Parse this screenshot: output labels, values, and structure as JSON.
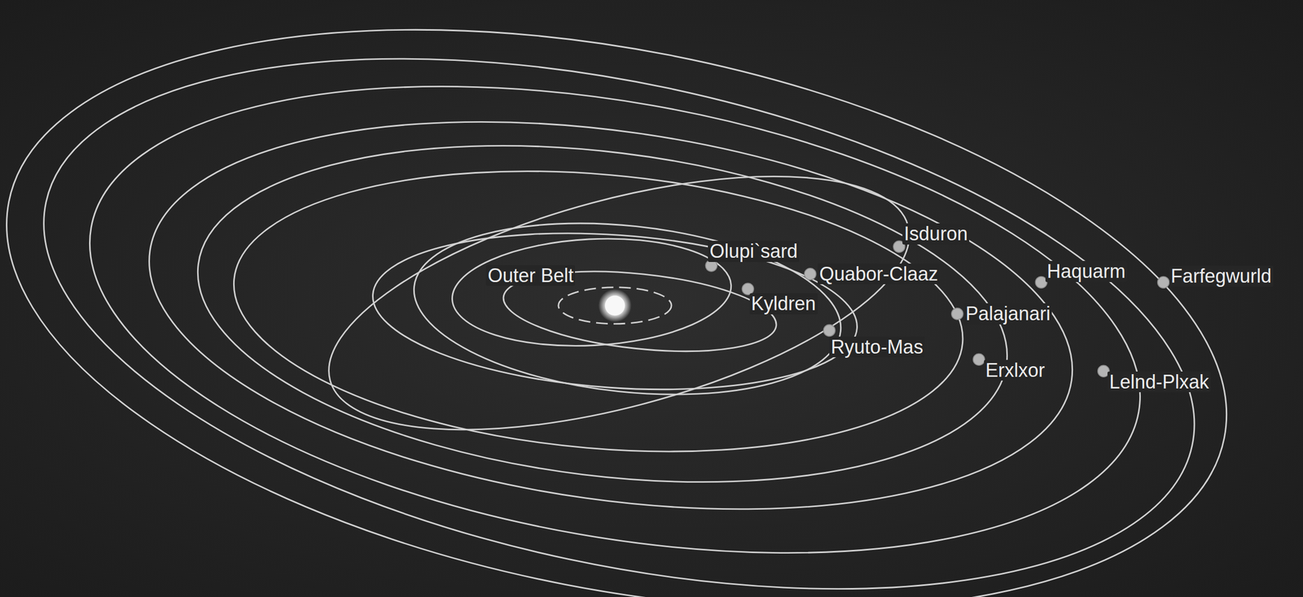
{
  "diagram": {
    "labels": [
      "Outer Belt",
      "Olupi`sard",
      "Isduron",
      "Quabor-Claaz",
      "Kyldren",
      "Haquarm",
      "Farfegwurld",
      "Palajanari",
      "Ryuto-Mas",
      "Erxlxor",
      "Lelnd-Plxak"
    ]
  }
}
